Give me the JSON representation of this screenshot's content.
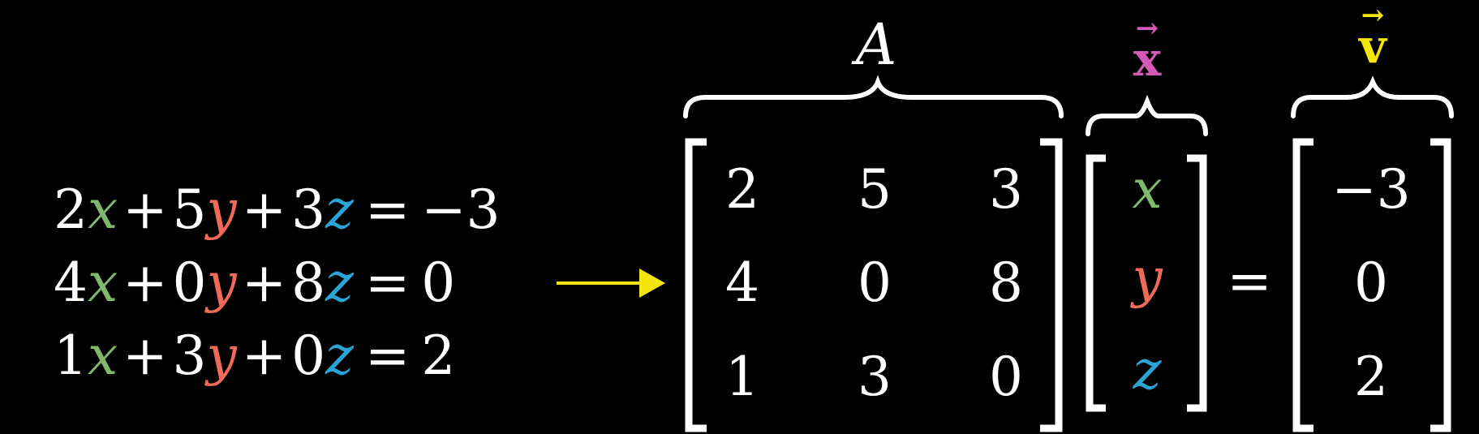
{
  "colors": {
    "background": "#000000",
    "text": "#ffffff",
    "x_var": "#7fba6b",
    "y_var": "#f06a5a",
    "z_var": "#2aa4d6",
    "vector_x": "#d45ab8",
    "vector_v": "#f5e50f",
    "arrow": "#f5e50f"
  },
  "equations": [
    {
      "c1": "2",
      "v1": "x",
      "op1": "+",
      "c2": "5",
      "v2": "y",
      "op2": "+",
      "c3": "3",
      "v3": "z",
      "eq": "=",
      "rhs": "−3"
    },
    {
      "c1": "4",
      "v1": "x",
      "op1": "+",
      "c2": "0",
      "v2": "y",
      "op2": "+",
      "c3": "8",
      "v3": "z",
      "eq": "=",
      "rhs": "0"
    },
    {
      "c1": "1",
      "v1": "x",
      "op1": "+",
      "c2": "3",
      "v2": "y",
      "op2": "+",
      "c3": "0",
      "v3": "z",
      "eq": "=",
      "rhs": "2"
    }
  ],
  "matrix_A": {
    "label": "A",
    "rows": [
      [
        "2",
        "5",
        "3"
      ],
      [
        "4",
        "0",
        "8"
      ],
      [
        "1",
        "3",
        "0"
      ]
    ]
  },
  "vector_x": {
    "label": "x",
    "arrow": "→",
    "entries": [
      "x",
      "y",
      "z"
    ]
  },
  "equals_sign": "=",
  "vector_v": {
    "label": "v",
    "arrow": "→",
    "entries": [
      "−3",
      "0",
      "2"
    ]
  }
}
